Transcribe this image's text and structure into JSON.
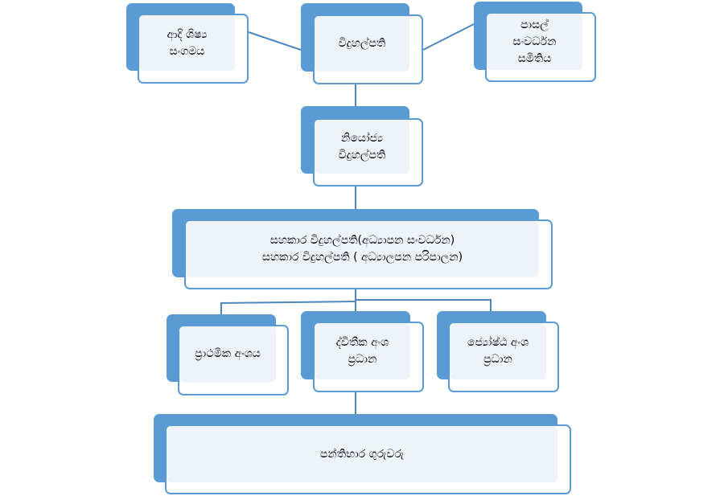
{
  "nodes": {
    "alumni": {
      "lines": [
        "ආදි ශිෂ්‍ය",
        "සංගමය"
      ]
    },
    "principal": {
      "lines": [
        "විදුහල්පති"
      ]
    },
    "sds": {
      "lines": [
        "පාසල්",
        "සංවර්ධන",
        "සමිතිය"
      ]
    },
    "deputy": {
      "lines": [
        "නියෝජ්‍ය",
        "විදුහල්පති"
      ]
    },
    "assistant": {
      "lines": [
        "සහකාර විදුහල්පති(අධ්‍යාපන සංවර්ධන)",
        "සහකාර විදුහල්පති ( අධ්‍යාලපන පරිපාලන)"
      ]
    },
    "primary": {
      "lines": [
        "ප්‍රාථමික අංශය"
      ]
    },
    "secondary": {
      "lines": [
        "ද්විතීක අංශ",
        "ප්‍රධාන"
      ]
    },
    "senior": {
      "lines": [
        "ජ්‍යෝෂ්ඨ අංශ",
        "ප්‍රධාන"
      ]
    },
    "class_teachers": {
      "lines": [
        "පන්තිභාර ගුරුවරු"
      ]
    }
  },
  "colors": {
    "accent": "#5b9bd5",
    "tint": "#eef3fa",
    "connector": "#4a7fb5"
  }
}
